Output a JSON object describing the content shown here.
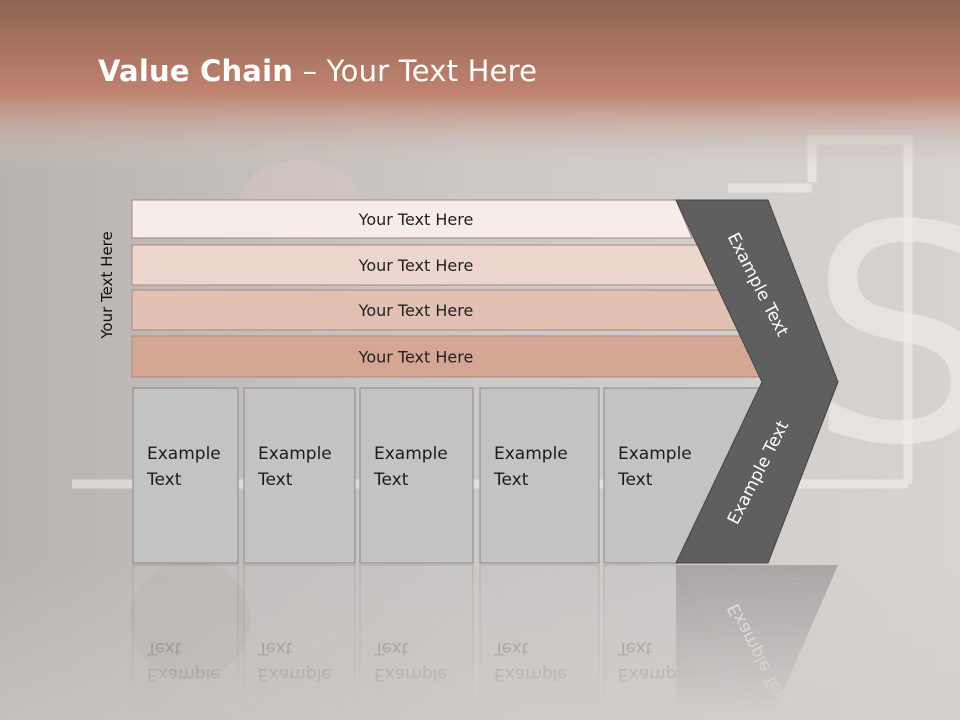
{
  "title": {
    "bold": "Value Chain",
    "rest": " – Your Text Here"
  },
  "side_label": "Your Text Here",
  "bars": [
    {
      "label": "Your Text Here",
      "color": "#f6ece8"
    },
    {
      "label": "Your Text Here",
      "color": "#ecd6cd"
    },
    {
      "label": "Your Text Here",
      "color": "#e2c0b3"
    },
    {
      "label": "Your Text Here",
      "color": "#d4a693"
    }
  ],
  "boxes": [
    {
      "line1": "Example",
      "line2": "Text"
    },
    {
      "line1": "Example",
      "line2": "Text"
    },
    {
      "line1": "Example",
      "line2": "Text"
    },
    {
      "line1": "Example",
      "line2": "Text"
    },
    {
      "line1": "Example",
      "line2": "Text"
    }
  ],
  "chevron_upper": "Example Text",
  "chevron_lower": "Example Text",
  "colors": {
    "box_fill": "#c3c3c3",
    "chevron_fill": "#5f5f5f",
    "header_band": "#b87a66"
  }
}
